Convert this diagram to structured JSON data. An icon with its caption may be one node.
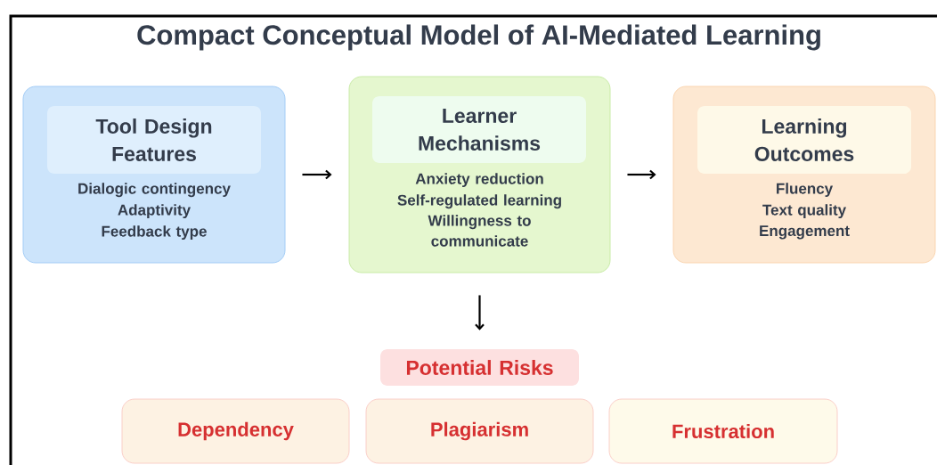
{
  "diagram": {
    "title": "Compact Conceptual Model of AI-Mediated Learning",
    "nodes": [
      {
        "text": [
          "Dialogic contingency",
          "Adaptivity",
          "Feedback type"
        ]
      },
      {
        "text": [
          "Tool Design Features"
        ],
        "in": 0
      },
      {
        "text": [
          "Anxiety reduction",
          "Self-regulated learning",
          "Willingness to communicate"
        ]
      },
      {
        "text": [
          "Learner Mechanisms"
        ],
        "in": 2
      },
      {
        "text": [
          "Fluency",
          "Text quality",
          "Engagement"
        ]
      },
      {
        "text": [
          "Learning Outcomes"
        ],
        "in": 4
      },
      {
        "text": [
          "Potential Risks"
        ]
      },
      {
        "text": [
          "Dependency"
        ]
      },
      {
        "text": [
          "Plagiarism"
        ]
      },
      {
        "text": [
          "Frustration"
        ]
      }
    ],
    "edges": [
      {
        "from": 0,
        "to": 2,
        "arrow": "to"
      },
      {
        "from": 2,
        "to": 4,
        "arrow": "to"
      },
      {
        "from": 2,
        "to": 6,
        "arrow": "to"
      }
    ]
  }
}
